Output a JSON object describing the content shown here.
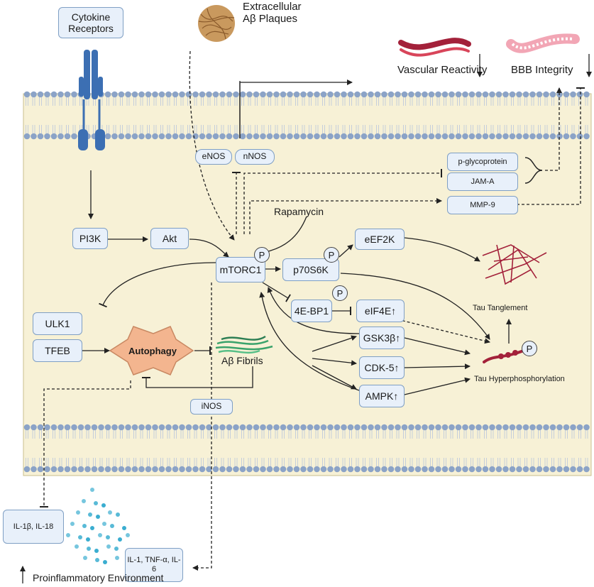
{
  "receptor": {
    "label": "Cytokine Receptors"
  },
  "plaques": {
    "label": "Extracellular Aβ Plaques"
  },
  "vascular": {
    "label": "Vascular Reactivity"
  },
  "bbb": {
    "label": "BBB Integrity"
  },
  "enos": {
    "label": "eNOS"
  },
  "nnos": {
    "label": "nNOS"
  },
  "pgp": {
    "label": "p-glycoprotein"
  },
  "jama": {
    "label": "JAM-A"
  },
  "mmp9": {
    "label": "MMP-9"
  },
  "pi3k": {
    "label": "PI3K"
  },
  "akt": {
    "label": "Akt"
  },
  "mtorc1": {
    "label": "mTORC1"
  },
  "rapamycin": {
    "label": "Rapamycin"
  },
  "p70s6k": {
    "label": "p70S6K"
  },
  "eef2k": {
    "label": "eEF2K"
  },
  "ebp1": {
    "label": "4E-BP1"
  },
  "eif4e": {
    "label": "eIF4E"
  },
  "gsk3b": {
    "label": "GSK3β"
  },
  "cdk5": {
    "label": "CDK-5"
  },
  "ampk": {
    "label": "AMPK"
  },
  "ulk1": {
    "label": "ULK1"
  },
  "tfeb": {
    "label": "TFEB"
  },
  "autophagy": {
    "label": "Autophagy"
  },
  "fibrils": {
    "label": "Aβ Fibrils"
  },
  "inos": {
    "label": "iNOS"
  },
  "tau_tangle": {
    "label": "Tau Tanglement"
  },
  "tau_hyper": {
    "label": "Tau Hyperphosphorylation"
  },
  "il1b": {
    "label": "IL-1β, IL-18"
  },
  "il1": {
    "label": "IL-1, TNF-α, IL-6"
  },
  "proinflam": {
    "label": "Proinflammatory Environment"
  },
  "phospho": "P",
  "up_arrow": "↑",
  "down_arrow": "↓",
  "colors": {
    "cell": "#f7f1d6",
    "membrane_head": "#8ba3c7",
    "node_fill": "#e8f0fa",
    "autophagy": "#f3b58f",
    "receptor": "#3c6fb3",
    "tau": "#a3213a",
    "fibril": "#3aa36b",
    "cytokine": "#1aa0c8"
  }
}
